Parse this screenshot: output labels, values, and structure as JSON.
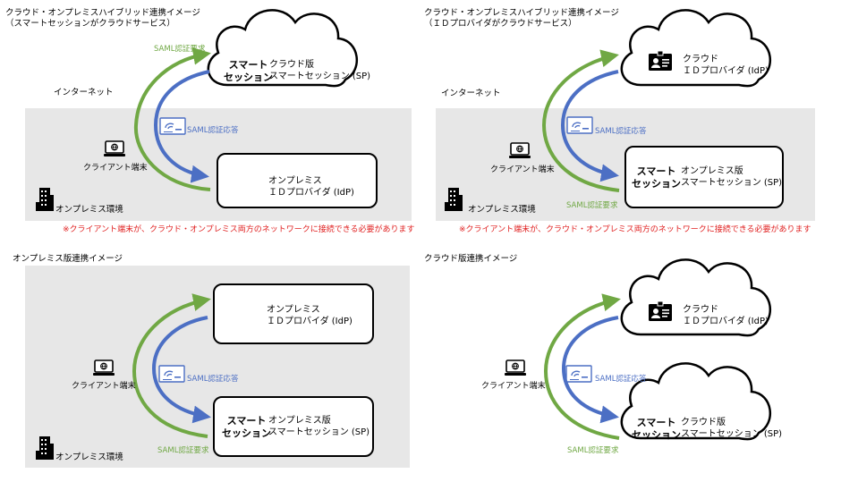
{
  "panels": [
    {
      "title": "クラウド・オンプレミスハイブリッド連携イメージ\n（スマートセッションがクラウドサービス）",
      "internet_label": "インターネット",
      "onprem_label": "オンプレミス環境",
      "client_label": "クライアント端末",
      "saml_request": "SAML認証要求",
      "saml_response": "SAML認証応答",
      "cloud_service_bold": "スマート\nセッション",
      "cloud_service_text": "クラウド版\nスマートセッション (SP)",
      "box_service_text": "オンプレミス\nＩＤプロバイダ (IdP)",
      "note": "※クライアント端末が、クラウド・オンプレミス両方のネットワークに接続できる必要があります"
    },
    {
      "title": "クラウド・オンプレミスハイブリッド連携イメージ\n（ＩＤプロバイダがクラウドサービス）",
      "internet_label": "インターネット",
      "onprem_label": "オンプレミス環境",
      "client_label": "クライアント端末",
      "saml_request": "SAML認証要求",
      "saml_response": "SAML認証応答",
      "cloud_service_text": "クラウド\nＩＤプロバイダ (IdP)",
      "box_service_bold": "スマート\nセッション",
      "box_service_text": "オンプレミス版\nスマートセッション (SP)",
      "note": "※クライアント端末が、クラウド・オンプレミス両方のネットワークに接続できる必要があります"
    },
    {
      "title": "オンプレミス版連携イメージ",
      "onprem_label": "オンプレミス環境",
      "client_label": "クライアント端末",
      "saml_request": "SAML認証要求",
      "saml_response": "SAML認証応答",
      "box_top_text": "オンプレミス\nＩＤプロバイダ (IdP)",
      "box_bottom_bold": "スマート\nセッション",
      "box_bottom_text": "オンプレミス版\nスマートセッション (SP)"
    },
    {
      "title": "クラウド版連携イメージ",
      "client_label": "クライアント端末",
      "saml_request": "SAML認証要求",
      "saml_response": "SAML認証応答",
      "cloud_top_text": "クラウド\nＩＤプロバイダ (IdP)",
      "cloud_bottom_bold": "スマート\nセッション",
      "cloud_bottom_text": "クラウド版\nスマートセッション (SP)"
    }
  ],
  "colors": {
    "request_arrow": "#70a844",
    "response_arrow": "#4c6fc4",
    "note": "#e02020",
    "onprem_background": "#e7e7e7"
  }
}
